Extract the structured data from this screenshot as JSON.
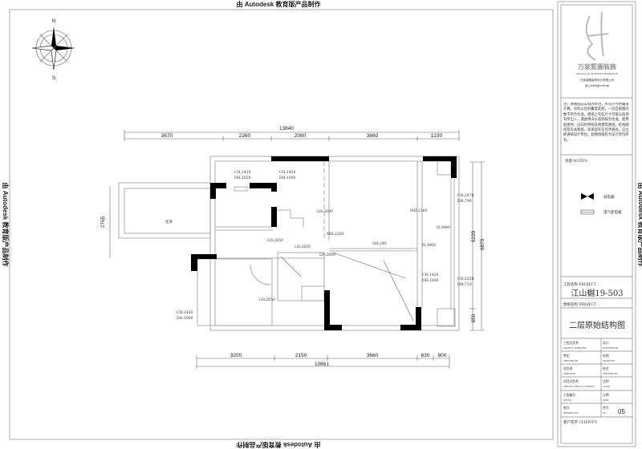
{
  "watermark": "由 Autodesk 教育版产品制作",
  "compass": {
    "north": "N",
    "south": "S"
  },
  "dimensions": {
    "top_total": "13840",
    "top": [
      "3670",
      "2360",
      "2080",
      "3660",
      "1230"
    ],
    "bottom": [
      "3200",
      "2150",
      "3660",
      "630",
      "600"
    ],
    "bottom_total": "10661",
    "right": [
      "6220",
      "6870",
      "650"
    ],
    "left": "2765"
  },
  "rooms": {
    "balcony_label": "北顶",
    "labels": [
      "CH:1420",
      "DH:1020",
      "CH:1420",
      "DH:1000",
      "LH:2600",
      "MH:2260",
      "LH:2650",
      "LH:2650",
      "DH:240",
      "LH:2600",
      "MH:2360",
      "H:3480",
      "H:3860",
      "CH:2470",
      "DH:790",
      "CH:1420",
      "DH:1000",
      "CH:2550",
      "DH:710",
      "LH:2650",
      "CH:1420",
      "DH:1000"
    ]
  },
  "title_block": {
    "company_logo_text": "万家藍圖裝飾",
    "company_en": "WAN JIA LAN TU HOUSE DECORATION",
    "company_cn": "万家蓝图装饰设计有限公司",
    "company_addr": "镇江市学府路88号5楼",
    "notes_body": "注：本图纸与公制为单位，所有尺寸用毫米计算。切勿以比例量度此图，一切应按图内数字所示为准。图纸上有些尺寸可能与现场有所出入，遇此情况以现场核对为准。使用此图时，应同时参照其他建筑图纸、结构图纸及有关图纸。如发现有任何矛盾处，应立即通知设计单位。此图纸版权为设计单位所有。",
    "notes_label": "说明  NOTES:",
    "legend": [
      {
        "symbol": "bowtie",
        "label": "弱电箱"
      },
      {
        "symbol": "double-bar",
        "label": "电气配电箱"
      }
    ],
    "project_label": "工程名称  PROJECT    :",
    "project_name": "江山樾19-503",
    "drawing_label": "图纸名称  PROJECT    :",
    "drawing_name": "二层原始结构图",
    "fields": [
      [
        "工程总负责",
        "PROJECT APPROVED",
        "设计",
        "DESIGNED BY"
      ],
      [
        "审定",
        "CHECKED BY",
        "绘图",
        "DRAWN BY"
      ],
      [
        "总负责",
        "APPROVED",
        "校对",
        "CHECKED BY"
      ],
      [
        "项目总负责",
        "SPECIAL FIELD IN CHARGE",
        "比例",
        "SCALE"
      ],
      [
        "工程编号",
        "JOB NO.",
        "日期",
        "DATE"
      ],
      [
        "图号",
        "DRAWING NO.",
        "序号",
        "NO."
      ]
    ],
    "sheet_no": "05",
    "client_label": "客户签字  CLIENT'S"
  }
}
